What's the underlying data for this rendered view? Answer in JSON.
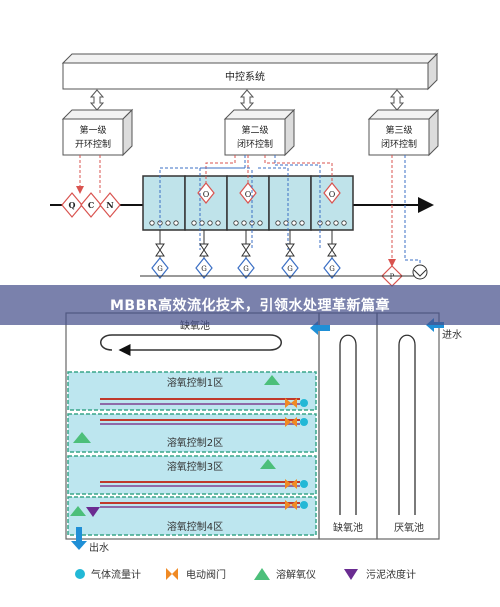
{
  "colors": {
    "red_dashed": "#d9534f",
    "blue_dashed": "#3b6fc4",
    "tank_fill": "#bfe3ea",
    "zone_fill": "#bde6ef",
    "zone_border": "#3aa58a",
    "arrow_blue": "#1f8fd6",
    "pipe_red": "#c0392b",
    "pipe_purple": "#8e6aa8",
    "valve_orange": "#f08a24",
    "sensor_green": "#4cbf7a",
    "sensor_purple": "#6a2c91",
    "flow_cyan": "#22b8d6",
    "banner_bg": "#4c5690"
  },
  "control": {
    "central": "中控系统",
    "level1": [
      "第一级",
      "开环控制"
    ],
    "level2": [
      "第二级",
      "闭环控制"
    ],
    "level3": [
      "第三级",
      "闭环控制"
    ],
    "qcn": [
      "Q",
      "C",
      "N"
    ],
    "o_label": "O",
    "g_label": "G",
    "p_label": "P"
  },
  "banner": {
    "title": "MBBR高效流化技术，引领水处理革新篇章"
  },
  "process": {
    "anoxic_top": "缺氧池",
    "inlet": "进水",
    "outlet": "出水",
    "zones": [
      "溶氧控制1区",
      "溶氧控制2区",
      "溶氧控制3区",
      "溶氧控制4区"
    ],
    "anoxic_side": "缺氧池",
    "anaerobic_side": "厌氧池"
  },
  "legend": [
    {
      "label": "气体流量计",
      "icon": "flowmeter-icon"
    },
    {
      "label": "电动阀门",
      "icon": "motor-valve-icon"
    },
    {
      "label": "溶解氧仪",
      "icon": "do-meter-icon"
    },
    {
      "label": "污泥浓度计",
      "icon": "sludge-meter-icon"
    }
  ]
}
